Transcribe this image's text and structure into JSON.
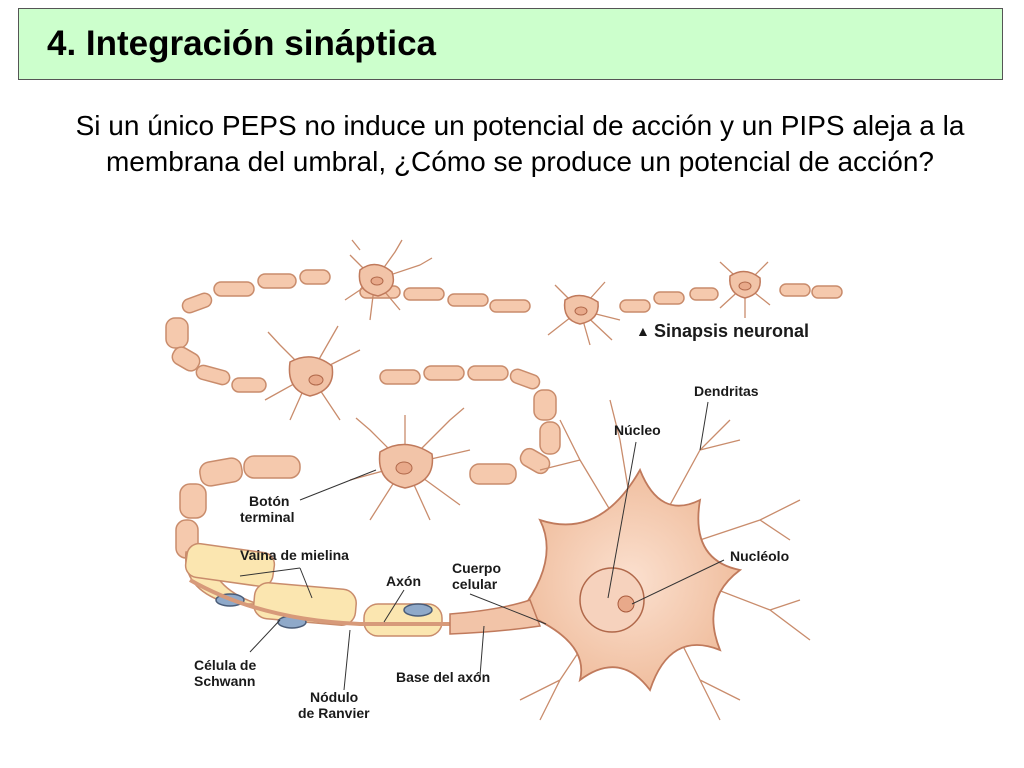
{
  "slide": {
    "title": "4. Integración sináptica",
    "question": "Si un único PEPS no induce un potencial de acción y un PIPS aleja a la membrana del umbral, ¿Cómo se produce un potencial de acción?"
  },
  "diagram": {
    "caption": "Sinapsis neuronal",
    "caption_marker": "▲",
    "labels": {
      "dendritas": "Dendritas",
      "nucleo": "Núcleo",
      "nucleolo": "Nucléolo",
      "boton_1": "Botón",
      "boton_2": "terminal",
      "vaina": "Vaina de mielina",
      "axon": "Axón",
      "cuerpo_1": "Cuerpo",
      "cuerpo_2": "celular",
      "celula_1": "Célula de",
      "celula_2": "Schwann",
      "base_axon": "Base del axón",
      "nodulo_1": "Nódulo",
      "nodulo_2": "de Ranvier"
    },
    "colors": {
      "title_bg": "#ccffcc",
      "neuron_fill": "#f2c4a8",
      "neuron_stroke": "#c07a5c",
      "myelin_fill": "#f5c9ad",
      "schwann_fill": "#fbe6b0",
      "nucleus_fill": "#e8a98a"
    }
  }
}
